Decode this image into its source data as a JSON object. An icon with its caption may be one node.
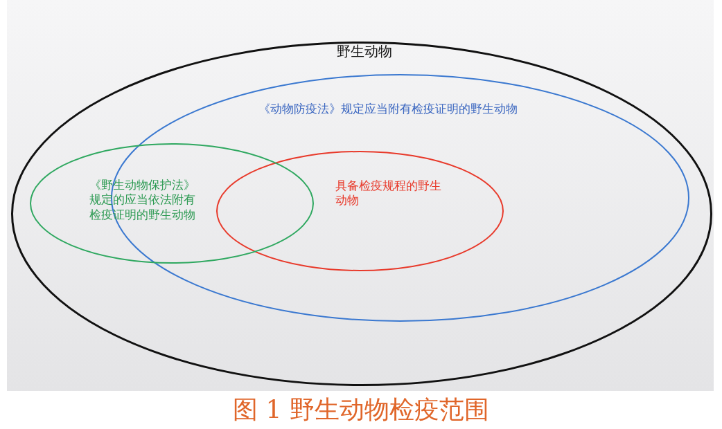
{
  "diagram": {
    "caption": "图 1 野生动物检疫范围",
    "nodes": [
      {
        "text": [
          "野生动物"
        ]
      },
      {
        "text": [
          "《动物防疫法》规定应当附有检疫证明的野生动物"
        ],
        "in": 0
      },
      {
        "text": [
          "《野生动物保护法》规定的应当依法附有检疫证明的野生动物"
        ],
        "in": 0
      },
      {
        "text": [
          "具备检疫规程的野生动物"
        ],
        "in": 1
      }
    ],
    "edges": []
  }
}
